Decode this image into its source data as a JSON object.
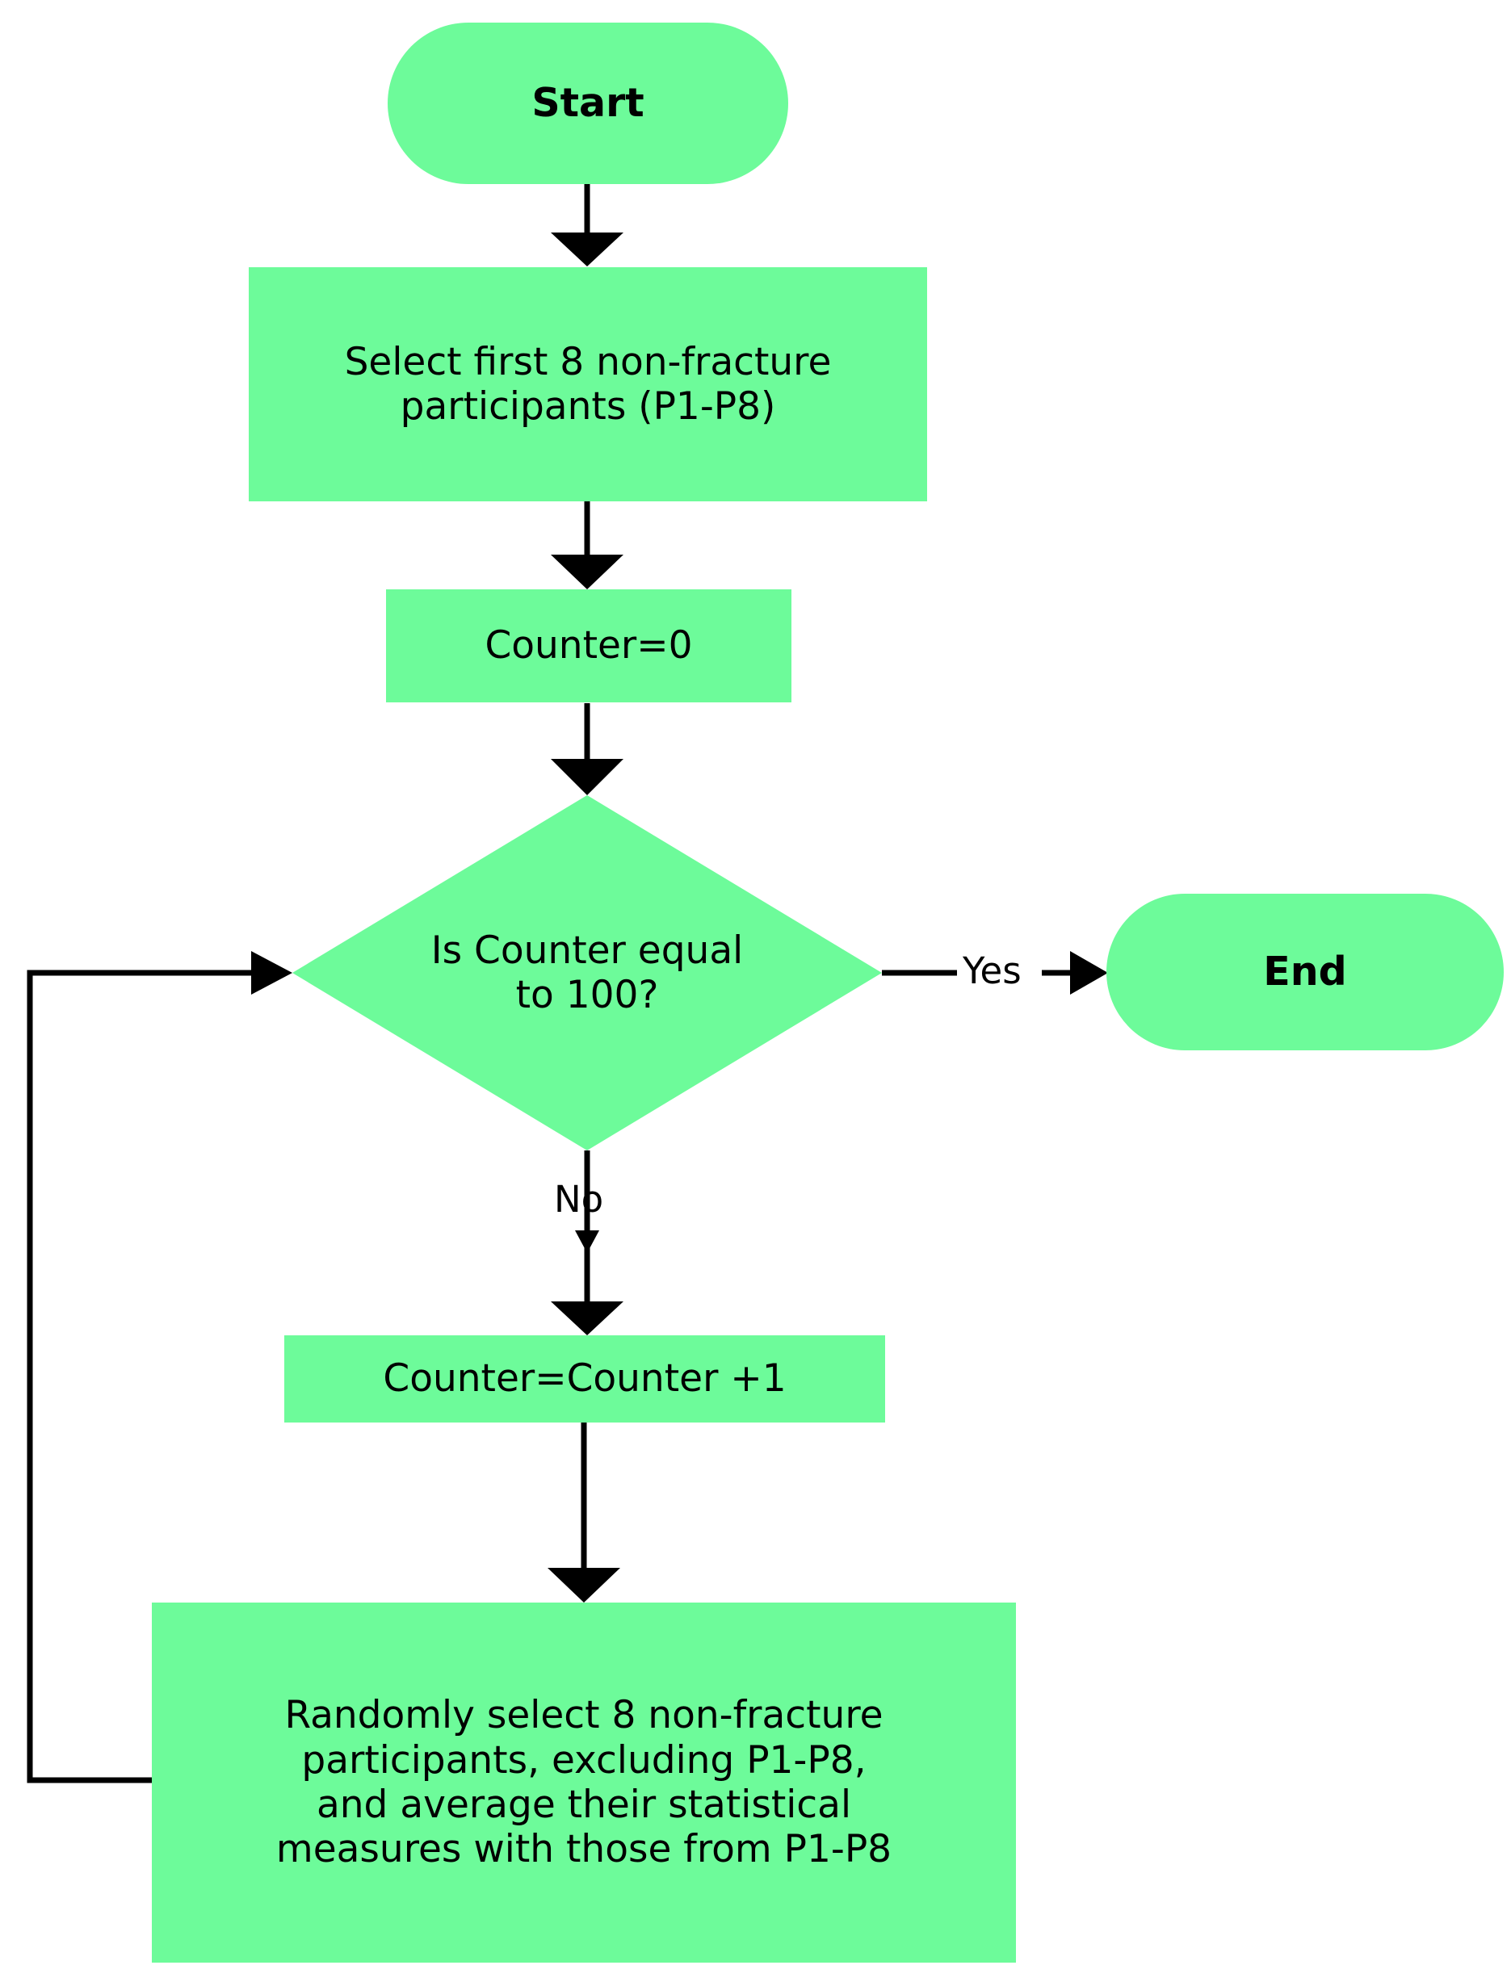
{
  "diagram": {
    "type": "flowchart",
    "title": "Bootstrap resampling of non-fracture participants",
    "colors": {
      "node_fill": "#6dfb9a",
      "text": "#000000",
      "edge": "#000000",
      "background": "#ffffff"
    },
    "nodes": [
      {
        "id": "start",
        "shape": "terminator",
        "label": "Start"
      },
      {
        "id": "select-participants",
        "shape": "process",
        "label": "Select first 8 non-fracture\nparticipants (P1-P8)"
      },
      {
        "id": "counter-init",
        "shape": "process",
        "label": "Counter=0"
      },
      {
        "id": "decision",
        "shape": "decision",
        "label": "Is Counter equal\nto 100?"
      },
      {
        "id": "end",
        "shape": "terminator",
        "label": "End"
      },
      {
        "id": "counter-increment",
        "shape": "process",
        "label": "Counter=Counter +1"
      },
      {
        "id": "random-select",
        "shape": "process",
        "label": "Randomly select 8 non-fracture\nparticipants, excluding P1-P8,\nand average their statistical\nmeasures with those from P1-P8"
      }
    ],
    "edges": [
      {
        "from": "start",
        "to": "select-participants",
        "label": ""
      },
      {
        "from": "select-participants",
        "to": "counter-init",
        "label": ""
      },
      {
        "from": "counter-init",
        "to": "decision",
        "label": ""
      },
      {
        "from": "decision",
        "to": "end",
        "label": "Yes"
      },
      {
        "from": "decision",
        "to": "counter-increment",
        "label": "No"
      },
      {
        "from": "counter-increment",
        "to": "random-select",
        "label": ""
      },
      {
        "from": "random-select",
        "to": "decision",
        "label": ""
      }
    ]
  }
}
